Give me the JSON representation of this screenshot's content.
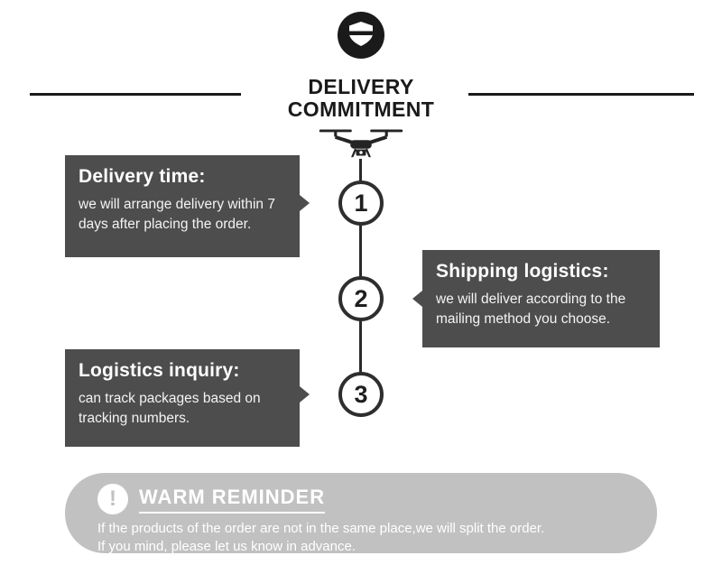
{
  "header": {
    "title_line1": "DELIVERY",
    "title_line2": "COMMITMENT"
  },
  "steps": [
    {
      "number": "1",
      "title": "Delivery time:",
      "body": "we will arrange delivery within 7 days after placing the order."
    },
    {
      "number": "2",
      "title": "Shipping logistics:",
      "body": "we will deliver according to the mailing method you choose."
    },
    {
      "number": "3",
      "title": "Logistics inquiry:",
      "body": "can track packages based on tracking numbers."
    }
  ],
  "reminder": {
    "exclamation": "!",
    "title": "WARM REMINDER",
    "line1": "If the products of the order are not in the same place,we will split the order.",
    "line2": "If you mind, please let us know in advance."
  },
  "icons": [
    "shield-icon",
    "drone-icon",
    "exclamation-icon"
  ],
  "colors": {
    "box_bg": "#4d4d4d",
    "banner_bg": "#c1c1c1",
    "ink": "#1a1a1a",
    "white": "#ffffff"
  }
}
